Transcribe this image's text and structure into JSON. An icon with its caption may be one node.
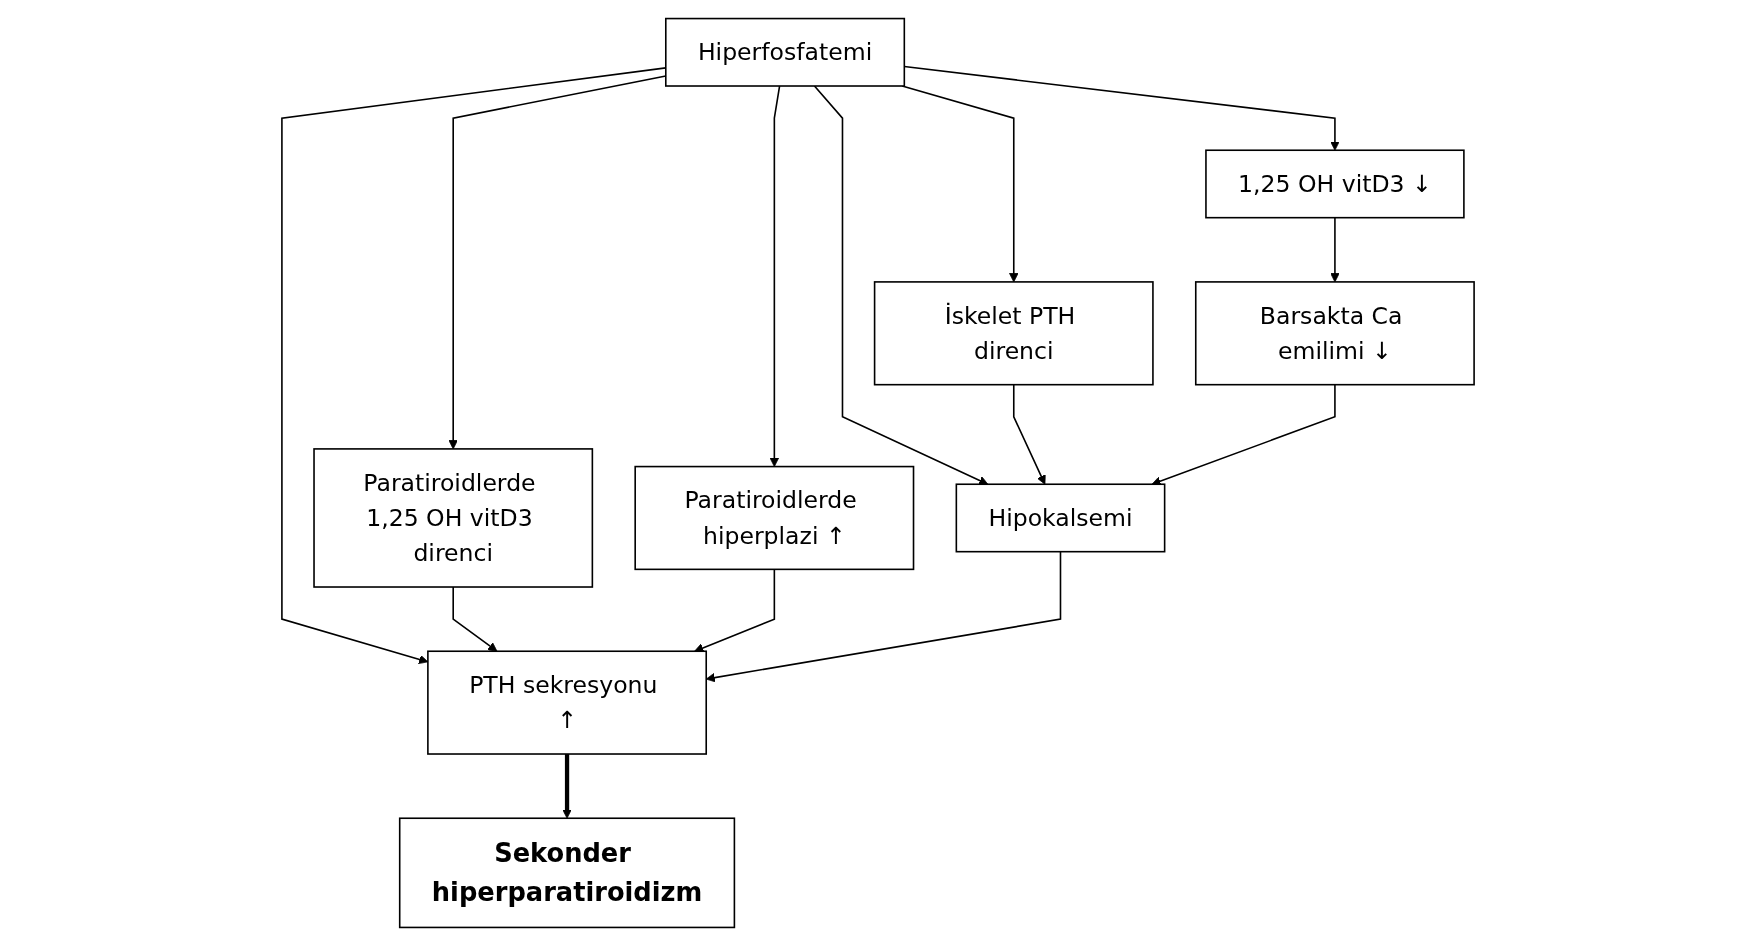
{
  "diagram": {
    "nodes": [
      {
        "text": [
          "Hiperfosfatemi"
        ]
      },
      {
        "text": [
          "İskelet PTH direnci"
        ]
      },
      {
        "text": [
          "1,25 OH vitD3 ↓"
        ]
      },
      {
        "text": [
          "Paratiroidlerde 1,25 OH vitD3 direnci"
        ]
      },
      {
        "text": [
          "Paratiroidlerde hiperplazi ↑"
        ]
      },
      {
        "text": [
          "Barsakta Ca emilimi ↓"
        ]
      },
      {
        "text": [
          "Hipokalsemi"
        ]
      },
      {
        "text": [
          "PTH sekresyonu ↑"
        ]
      },
      {
        "text": [
          "Sekonder hiperparatiroidizm"
        ]
      }
    ],
    "edges": [
      {
        "from": 0,
        "to": 1,
        "arrow": "to"
      },
      {
        "from": 0,
        "to": 6,
        "arrow": "to"
      },
      {
        "from": 0,
        "to": 2,
        "arrow": "to"
      },
      {
        "from": 0,
        "to": 3,
        "arrow": "to"
      },
      {
        "from": 0,
        "to": 7,
        "arrow": "to"
      },
      {
        "from": 0,
        "to": 4,
        "arrow": "to"
      },
      {
        "from": 1,
        "to": 6,
        "arrow": "to"
      },
      {
        "from": 2,
        "to": 5,
        "arrow": "to"
      },
      {
        "from": 5,
        "to": 6,
        "arrow": "to"
      },
      {
        "from": 3,
        "to": 7,
        "arrow": "to"
      },
      {
        "from": 4,
        "to": 7,
        "arrow": "to"
      },
      {
        "from": 6,
        "to": 7,
        "arrow": "to"
      },
      {
        "from": 7,
        "to": 8,
        "arrow": "to",
        "style": "thick"
      }
    ]
  }
}
